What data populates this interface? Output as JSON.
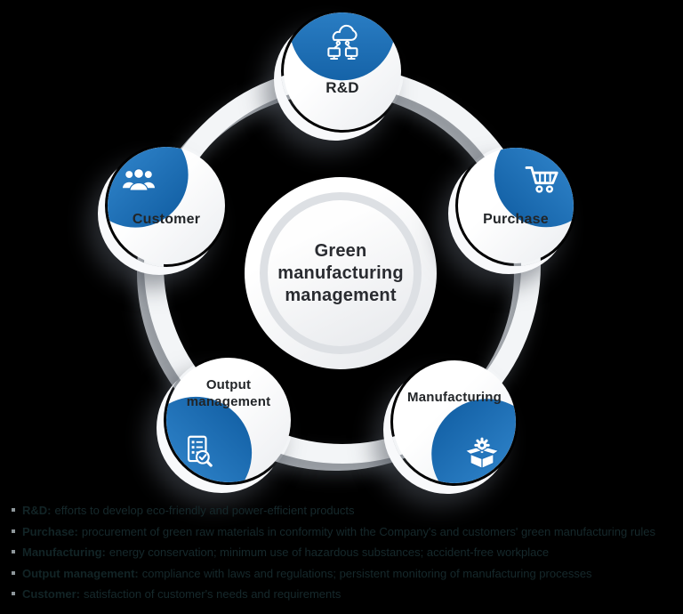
{
  "center": {
    "title": "Green manufacturing management"
  },
  "nodes": [
    {
      "label": "R&D",
      "icon": "cloud-network-icon"
    },
    {
      "label": "Purchase",
      "icon": "cart-icon"
    },
    {
      "label": "Manufacturing",
      "icon": "box-gear-icon"
    },
    {
      "label": "Output management",
      "icon": "doc-magnifier-icon"
    },
    {
      "label": "Customer",
      "icon": "people-icon"
    }
  ],
  "legend": [
    {
      "term": "R&D:",
      "desc": "efforts to develop eco-friendly and power-efficient products"
    },
    {
      "term": "Purchase:",
      "desc": "procurement of green raw materials in conformity with the Company's and customers' green manufacturing rules"
    },
    {
      "term": "Manufacturing:",
      "desc": "energy conservation; minimum use of hazardous substances; accident-free workplace"
    },
    {
      "term": "Output management:",
      "desc": "compliance with laws and regulations; persistent monitoring of manufacturing processes"
    },
    {
      "term": "Customer:",
      "desc": "satisfaction of customer's needs and requirements"
    }
  ],
  "colors": {
    "accent_blue": "#1e6fb8",
    "ring": "#f3f5f7",
    "node_label": "#222528",
    "legend_text": "#16292c",
    "background": "#000000"
  }
}
